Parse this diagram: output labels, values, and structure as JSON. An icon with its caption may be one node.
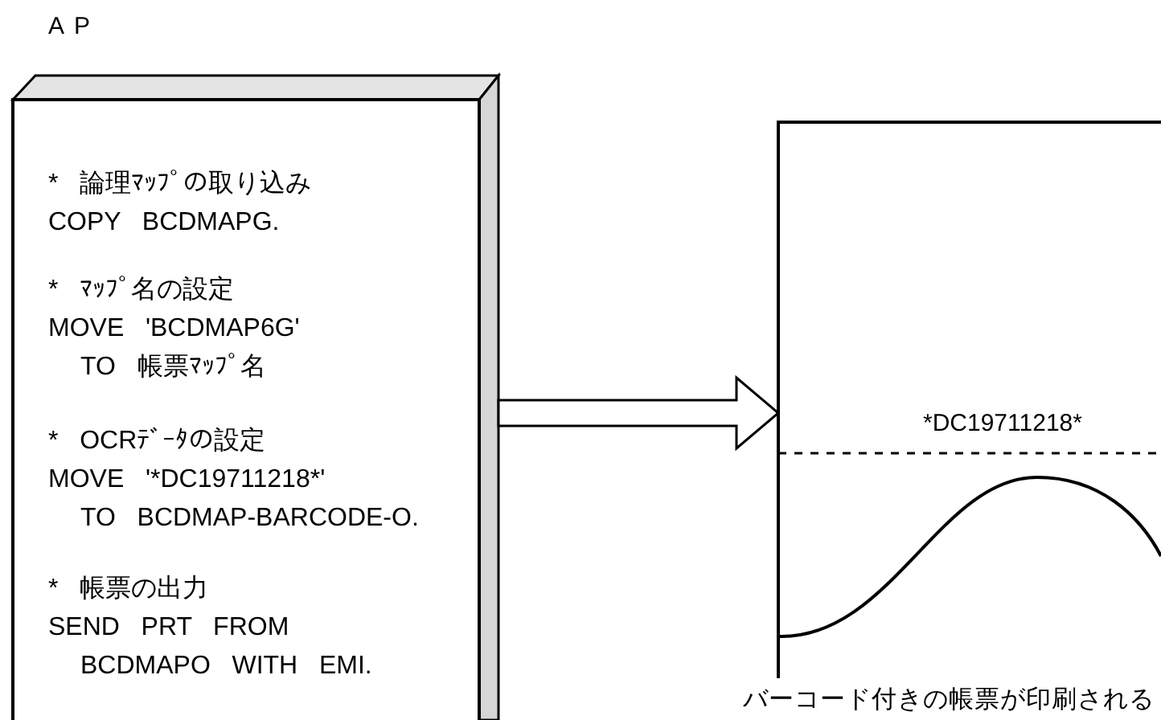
{
  "diagram": {
    "nodes": [
      {
        "text": [
          "AP",
          "* 論理ﾏｯﾌﾟの取り込み",
          "COPY BCDMAPG.",
          "* ﾏｯﾌﾟ名の設定",
          "MOVE 'BCDMAP6G'",
          "TO 帳票ﾏｯﾌﾟ名",
          "* OCRﾃﾞｰﾀの設定",
          "MOVE '*DC19711218*'",
          "TO BCDMAP-BARCODE-O.",
          "* 帳票の出力",
          "SEND PRT FROM",
          "BCDMAPO WITH EMI."
        ]
      },
      {
        "text": [
          "*DC19711218*"
        ],
        "beside": [
          "バーコード付きの帳票が印刷される"
        ]
      }
    ],
    "edges": [
      {
        "from": 0,
        "to": 1,
        "arrow": "to"
      }
    ]
  }
}
